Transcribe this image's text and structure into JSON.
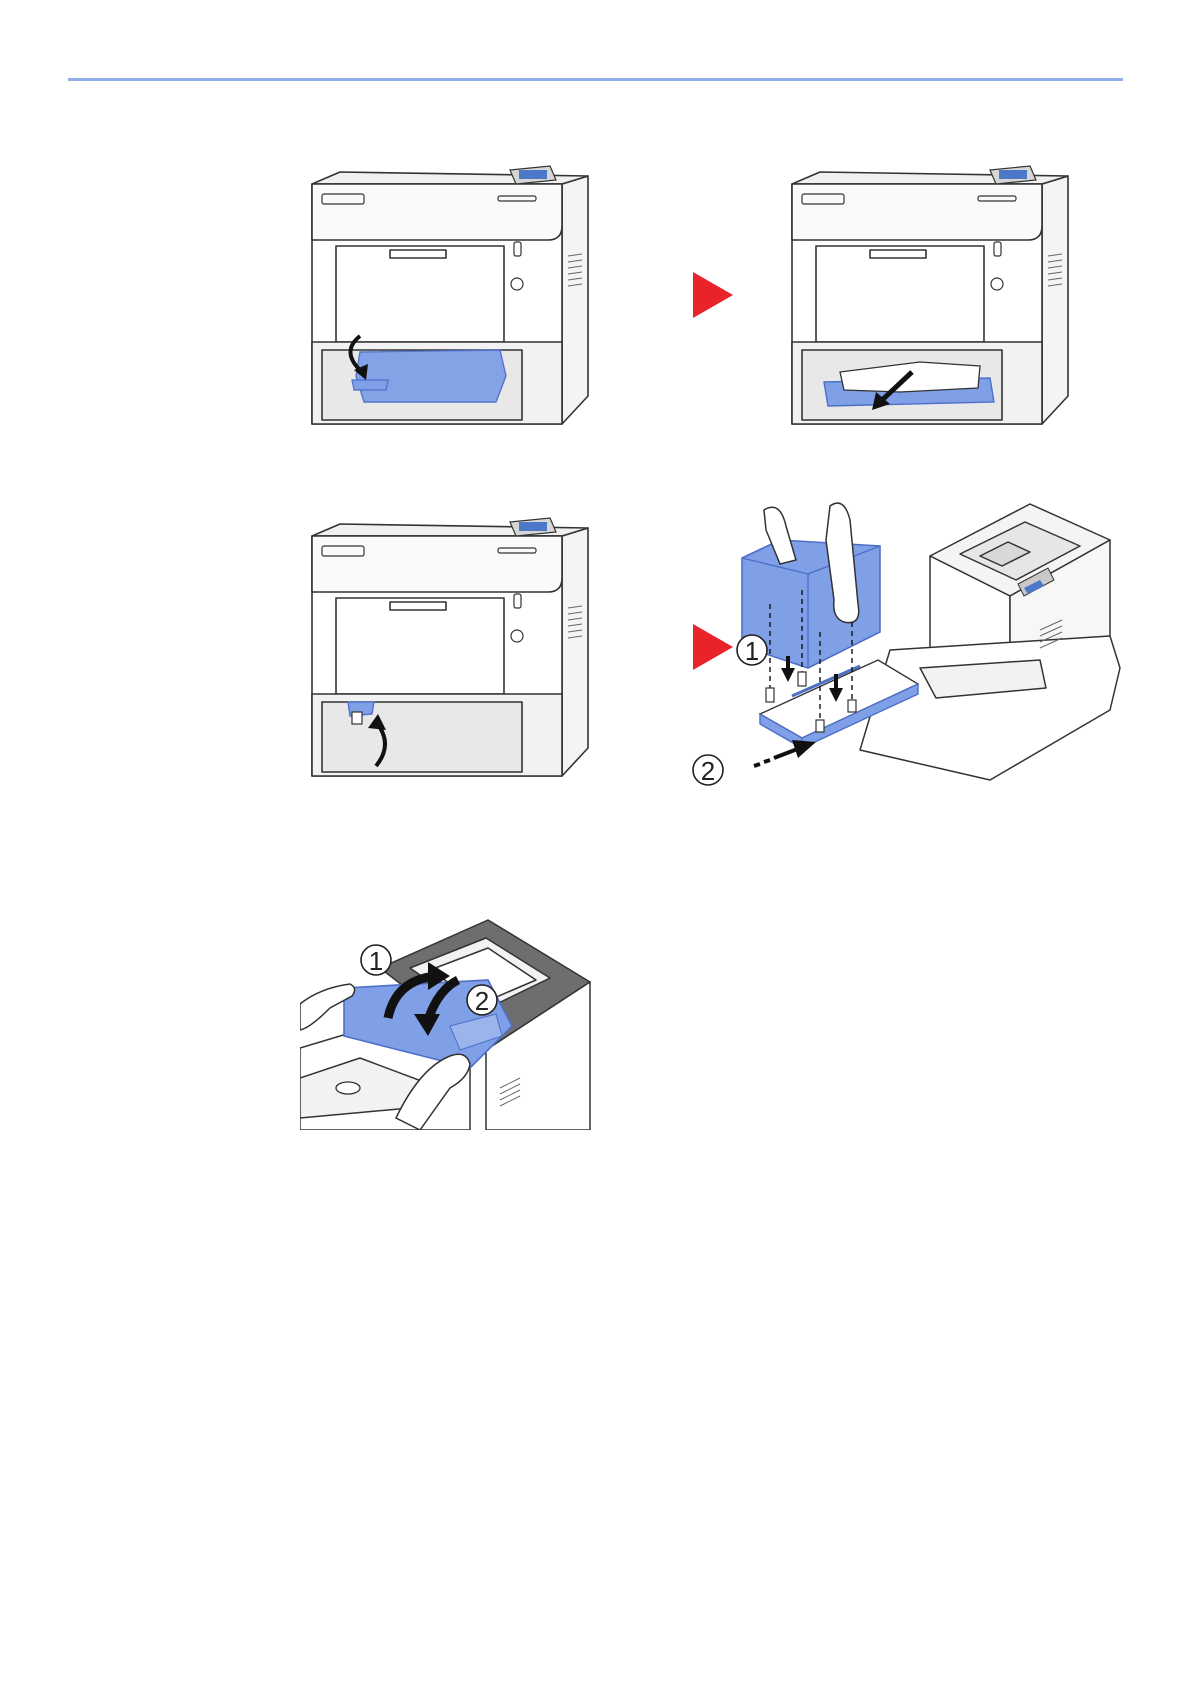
{
  "header": {
    "rule_color": "#8fb1e8"
  },
  "colors": {
    "accent_blue": "#7f9fe6",
    "accent_blue_dark": "#4e6fc8",
    "next_arrow": "#e8232a",
    "line": "#333333"
  },
  "icons": {
    "next_step": "red-triangle-arrow",
    "step_marker": "circled-number"
  },
  "figures": {
    "remove_jammed_paper_b": {
      "step_markers": []
    },
    "insert_cassette": {
      "step_markers": [
        "1",
        "2"
      ]
    },
    "close_top_cover": {
      "step_markers": [
        "1",
        "2"
      ]
    }
  }
}
